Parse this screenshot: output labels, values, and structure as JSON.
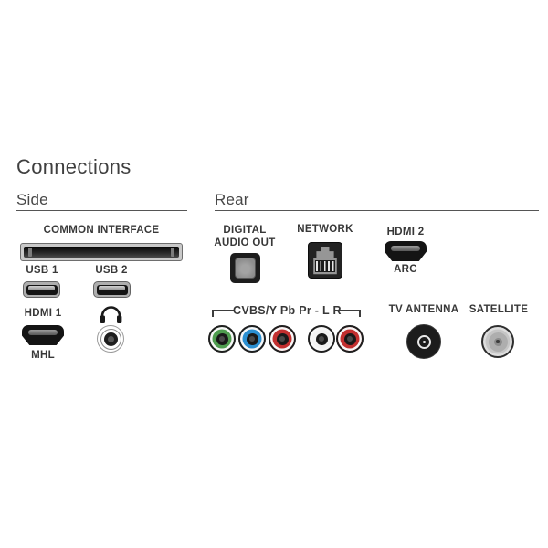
{
  "page": {
    "title": "Connections"
  },
  "side": {
    "heading": "Side",
    "common_interface_label": "COMMON INTERFACE",
    "usb1_label": "USB 1",
    "usb2_label": "USB 2",
    "hdmi1_label": "HDMI 1",
    "hdmi1_sublabel": "MHL",
    "headphone_icon": "headphones"
  },
  "rear": {
    "heading": "Rear",
    "digital_audio_line1": "DIGITAL",
    "digital_audio_line2": "AUDIO OUT",
    "network_label": "NETWORK",
    "hdmi2_label": "HDMI 2",
    "hdmi2_sublabel": "ARC",
    "cvbs_label": "CVBS/Y Pb Pr - L R",
    "tv_antenna_label": "TV ANTENNA",
    "satellite_label": "SATELLITE"
  },
  "colors": {
    "text": "#3d3d3d",
    "port_black": "#141414",
    "rca_green": "#4f9d4f",
    "rca_blue": "#2b8fd1",
    "rca_red": "#c22f2f",
    "rca_white": "#f2f2f2",
    "rca_audio_red": "#c22f2f",
    "satellite_silver": "#c6c6c6"
  }
}
